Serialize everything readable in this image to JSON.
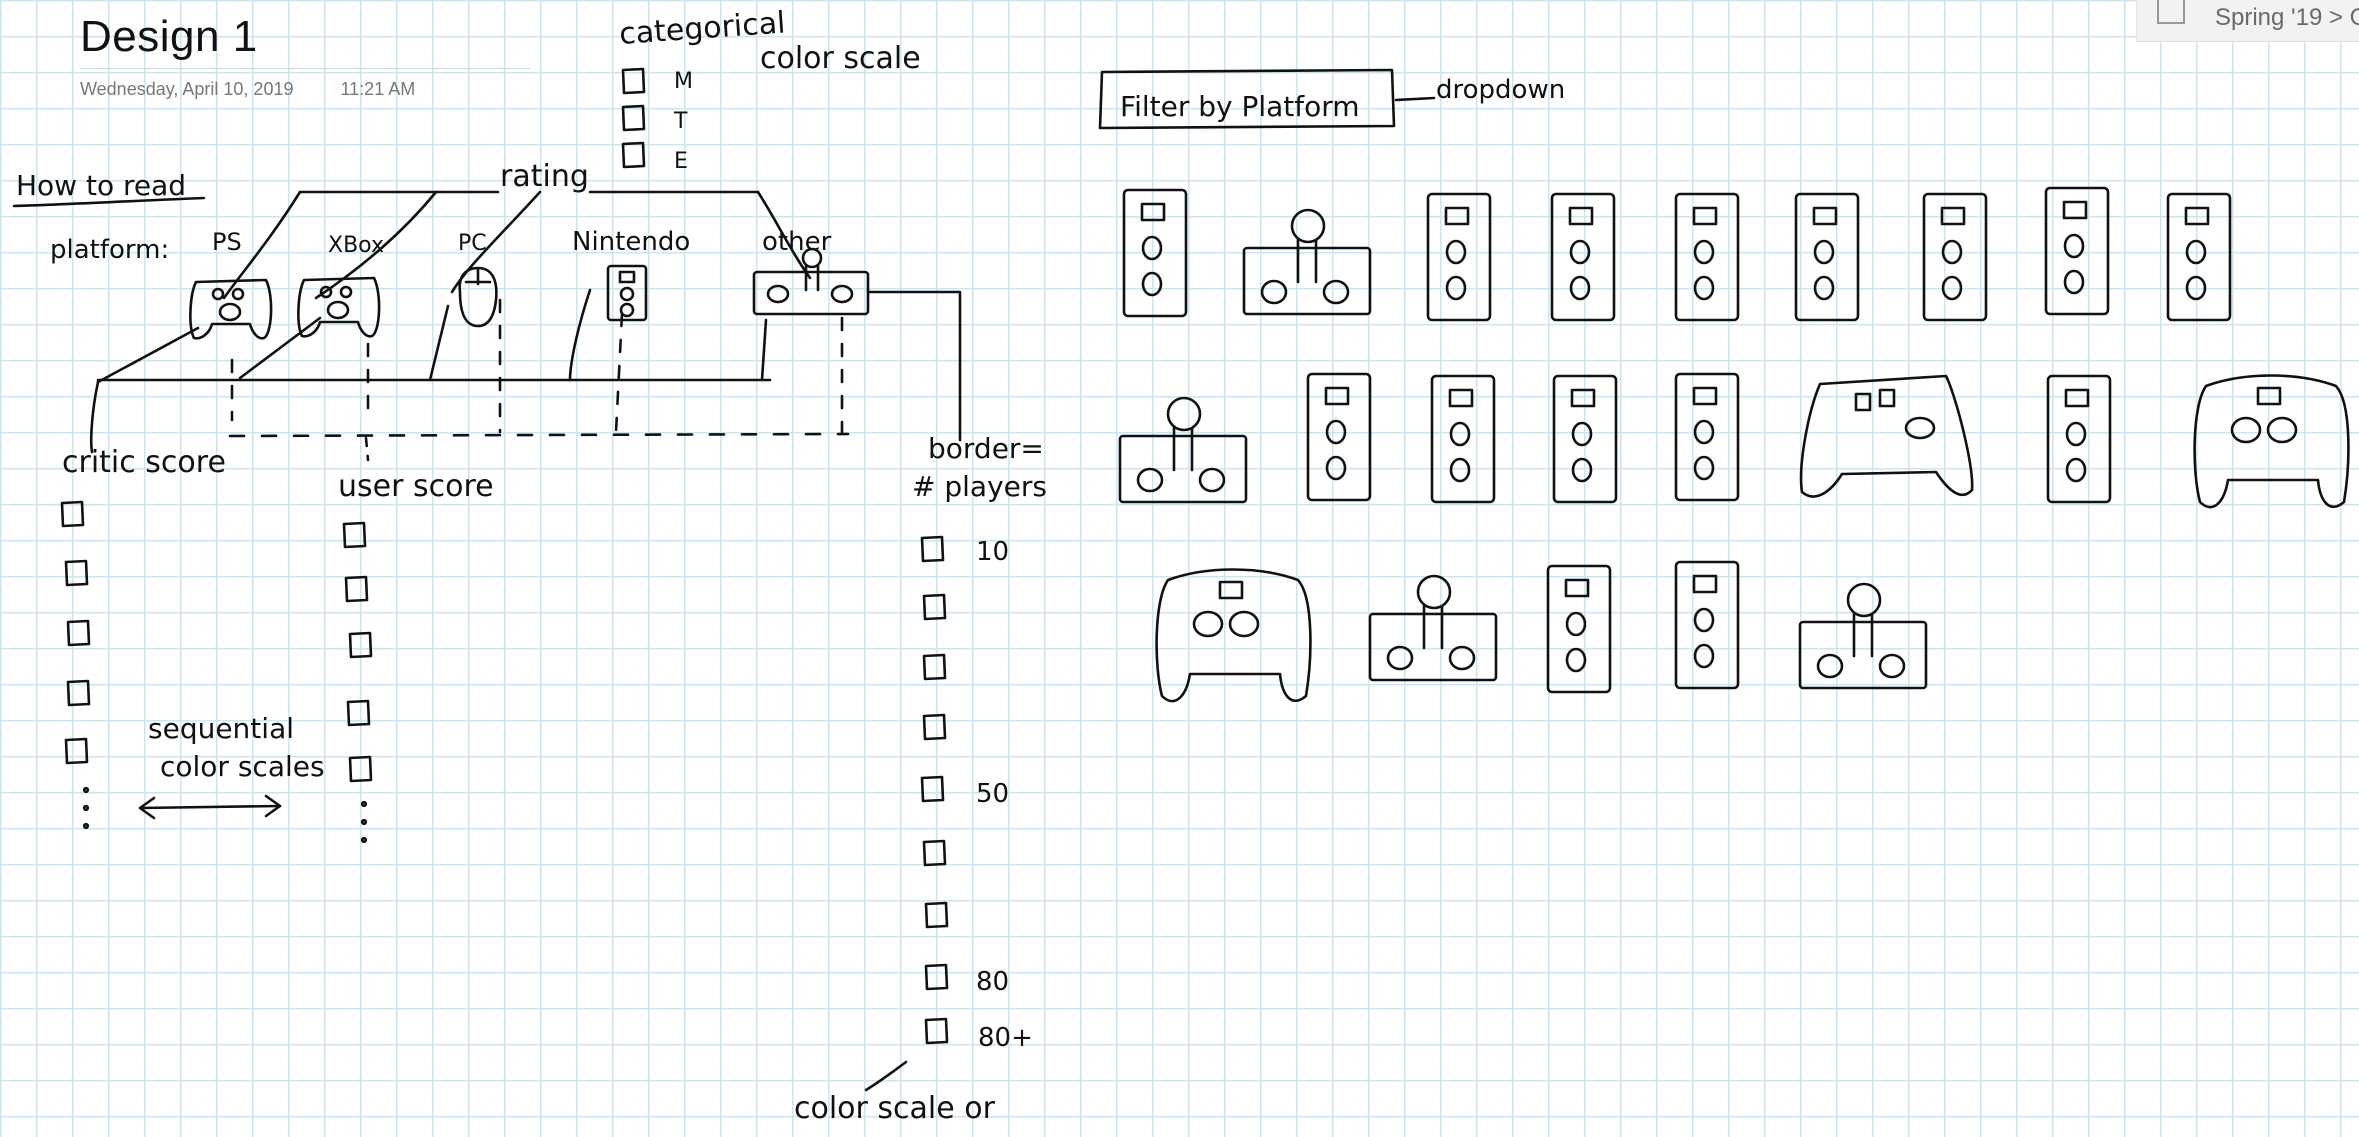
{
  "page": {
    "title": "Design 1",
    "date": "Wednesday, April 10, 2019",
    "time": "11:21 AM"
  },
  "breadcrumb": {
    "text": "Spring '19 > C",
    "icon": "notebook-icon"
  },
  "sketch": {
    "how_to_read": "How to read",
    "platform_label": "platform:",
    "platforms": [
      "PS",
      "XBox",
      "PC",
      "Nintendo",
      "other"
    ],
    "rating_label": "rating",
    "categorical_label": [
      "categorical",
      "color scale"
    ],
    "rating_legend": [
      "M",
      "T",
      "E"
    ],
    "critic_score_label": "critic score",
    "user_score_label": "user score",
    "sequential_label": [
      "sequential",
      "color scales"
    ],
    "border_label": [
      "border=",
      "# players"
    ],
    "players_legend": [
      "10",
      "50",
      "80",
      "80+"
    ],
    "bottom_note": "color scale or",
    "filter_label": "Filter by Platform",
    "dropdown_label": "dropdown"
  },
  "grid": {
    "row1": [
      "nintendo",
      "other",
      "nintendo",
      "nintendo",
      "nintendo",
      "nintendo",
      "nintendo",
      "nintendo",
      "nintendo"
    ],
    "row2": [
      "other",
      "nintendo",
      "nintendo",
      "nintendo",
      "nintendo",
      "xbox",
      "nintendo",
      "ps"
    ],
    "row3": [
      "ps",
      "other",
      "nintendo",
      "nintendo",
      "other"
    ]
  }
}
